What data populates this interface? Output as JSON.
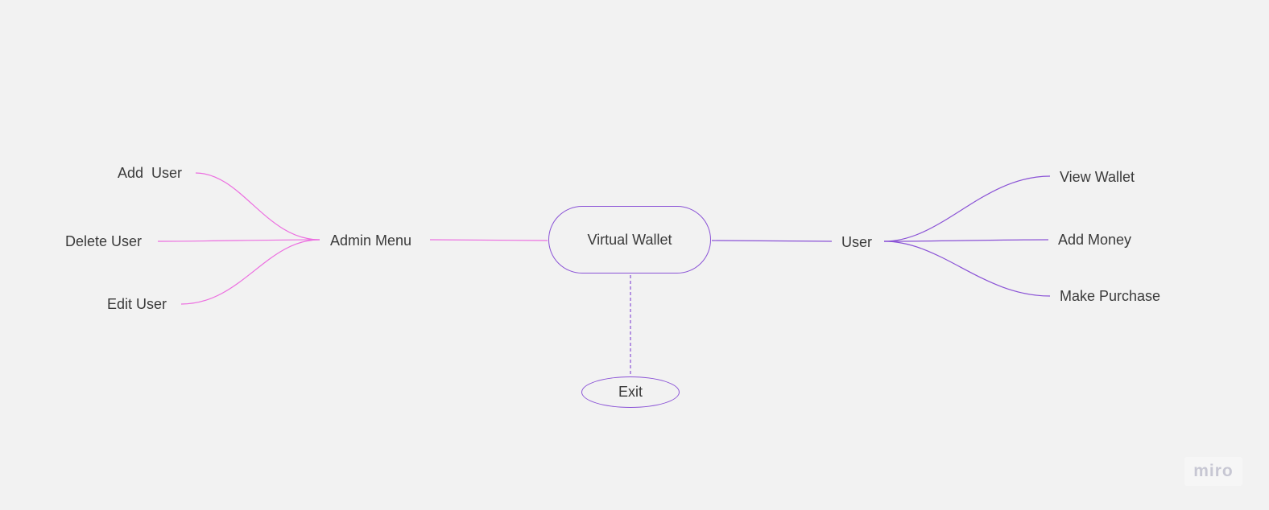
{
  "diagram": {
    "center": {
      "label": "Virtual Wallet"
    },
    "left_branch": {
      "label": "Admin Menu",
      "color": "#ec6ee0",
      "children": [
        "Add  User",
        "Delete User",
        "Edit User"
      ]
    },
    "right_branch": {
      "label": "User",
      "color": "#8a52d6",
      "children": [
        "View Wallet",
        "Add Money",
        "Make Purchase"
      ]
    },
    "exit": {
      "label": "Exit"
    }
  },
  "branding": {
    "logo_text": "miro"
  }
}
